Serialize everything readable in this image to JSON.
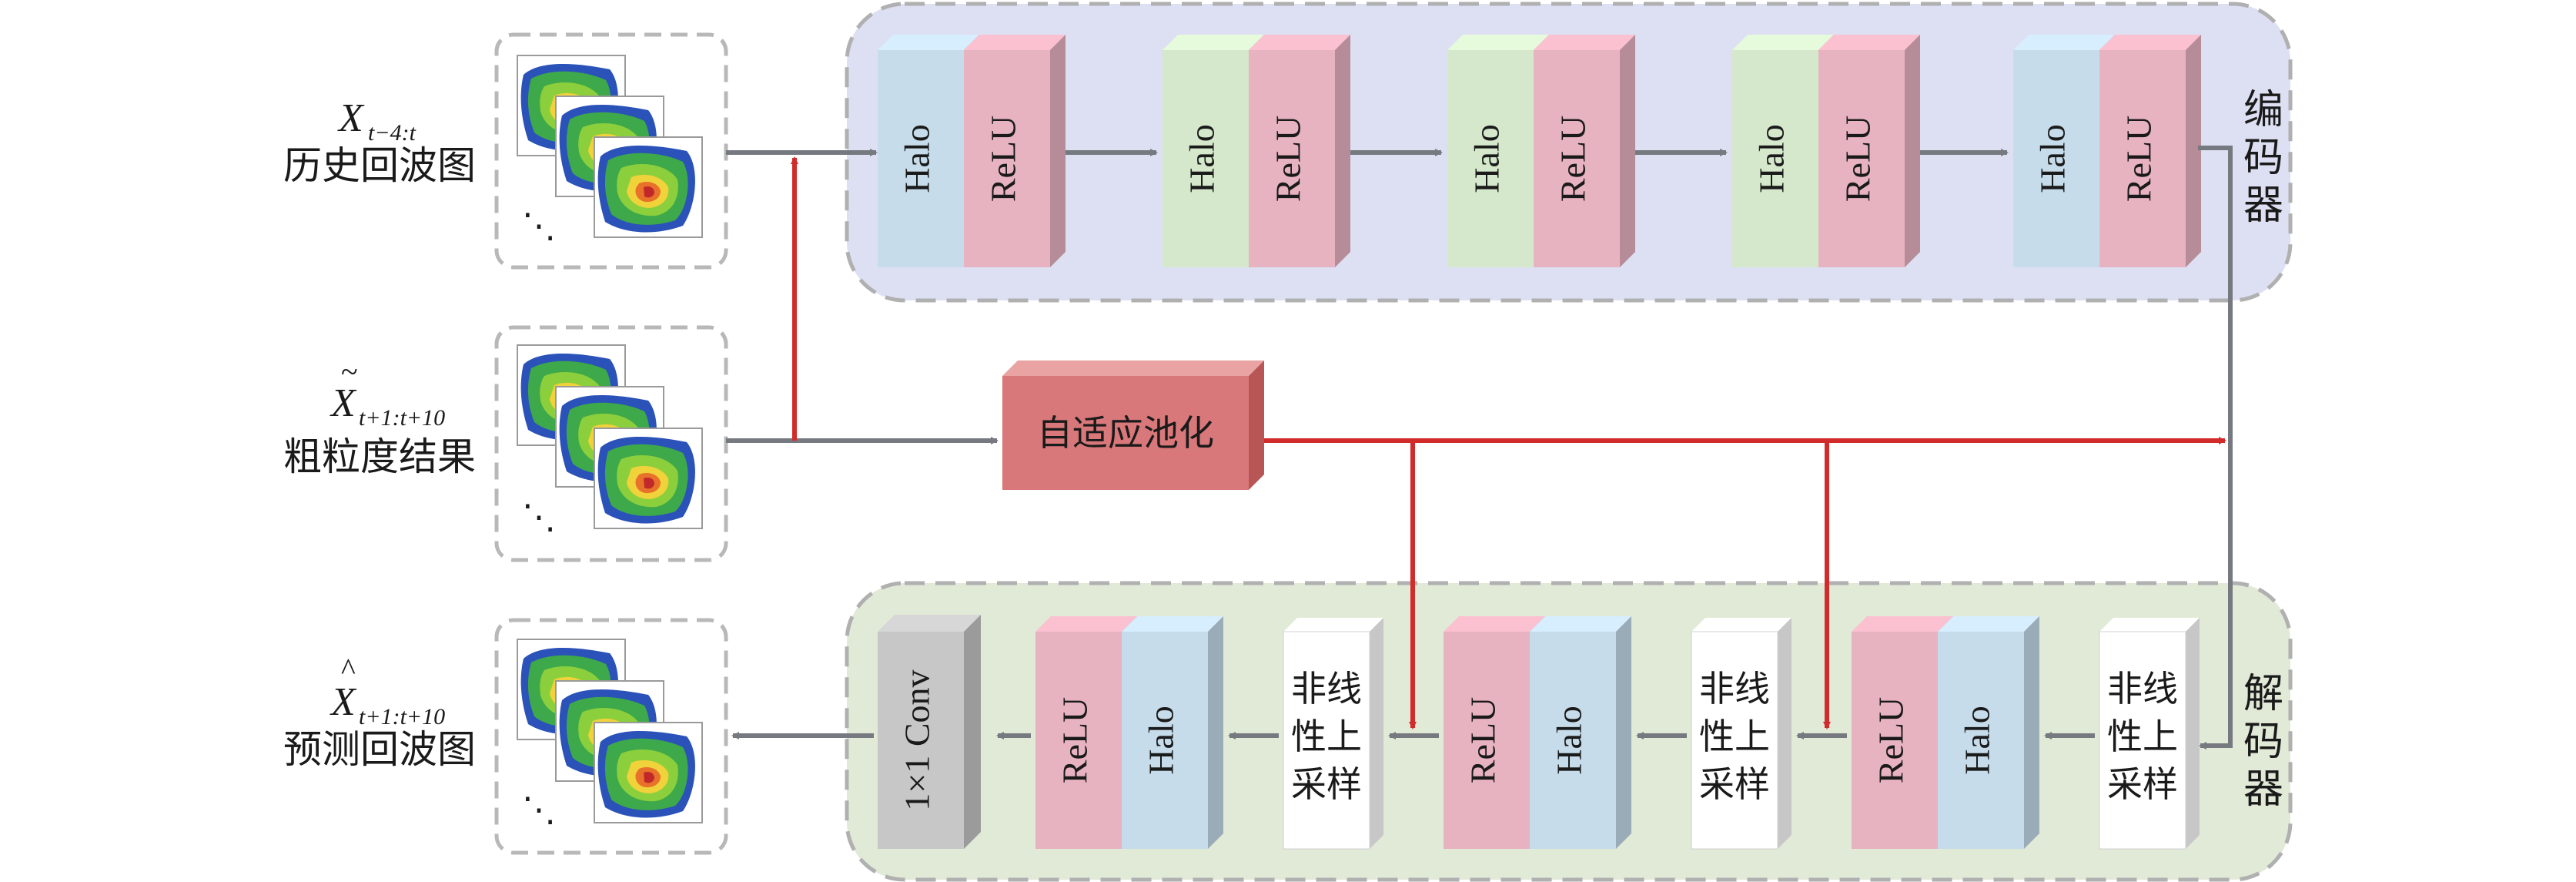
{
  "inputs": {
    "history": {
      "symbol_main": "X",
      "symbol_sub": "t−4:t",
      "caption": "历史回波图"
    },
    "coarse": {
      "symbol_main": "X",
      "symbol_accent": "~",
      "symbol_sub": "t+1:t+10",
      "caption": "粗粒度结果"
    },
    "predicted": {
      "symbol_main": "X",
      "symbol_accent": "^",
      "symbol_sub": "t+1:t+10",
      "caption": "预测回波图"
    },
    "ellipsis": "⋱"
  },
  "encoder": {
    "title": [
      "编",
      "码",
      "器"
    ],
    "blocks": [
      {
        "a": "Halo",
        "b": "ReLU",
        "color": "blue"
      },
      {
        "a": "Halo",
        "b": "ReLU",
        "color": "green"
      },
      {
        "a": "Halo",
        "b": "ReLU",
        "color": "green"
      },
      {
        "a": "Halo",
        "b": "ReLU",
        "color": "green"
      },
      {
        "a": "Halo",
        "b": "ReLU",
        "color": "blue"
      }
    ]
  },
  "pooling": {
    "label": "自适应池化"
  },
  "decoder": {
    "title": [
      "解",
      "码",
      "器"
    ],
    "conv_label": "1×1 Conv",
    "upsample_lines": [
      "非线",
      "性上",
      "采样"
    ],
    "blocks": [
      {
        "a": "ReLU",
        "b": "Halo"
      },
      {
        "a": "ReLU",
        "b": "Halo"
      },
      {
        "a": "ReLU",
        "b": "Halo"
      }
    ]
  },
  "colors": {
    "encoder_bg": "#dde0f3",
    "decoder_bg": "#e1e9d7",
    "halo_blue": "#c6dcea",
    "halo_green": "#d5e8cc",
    "relu_pink": "#e8b3c1",
    "pool_red": "#d9787a",
    "arrow_gray": "#767a80",
    "arrow_red": "#d22b2b",
    "conv_gray": "#c7c7c7"
  }
}
